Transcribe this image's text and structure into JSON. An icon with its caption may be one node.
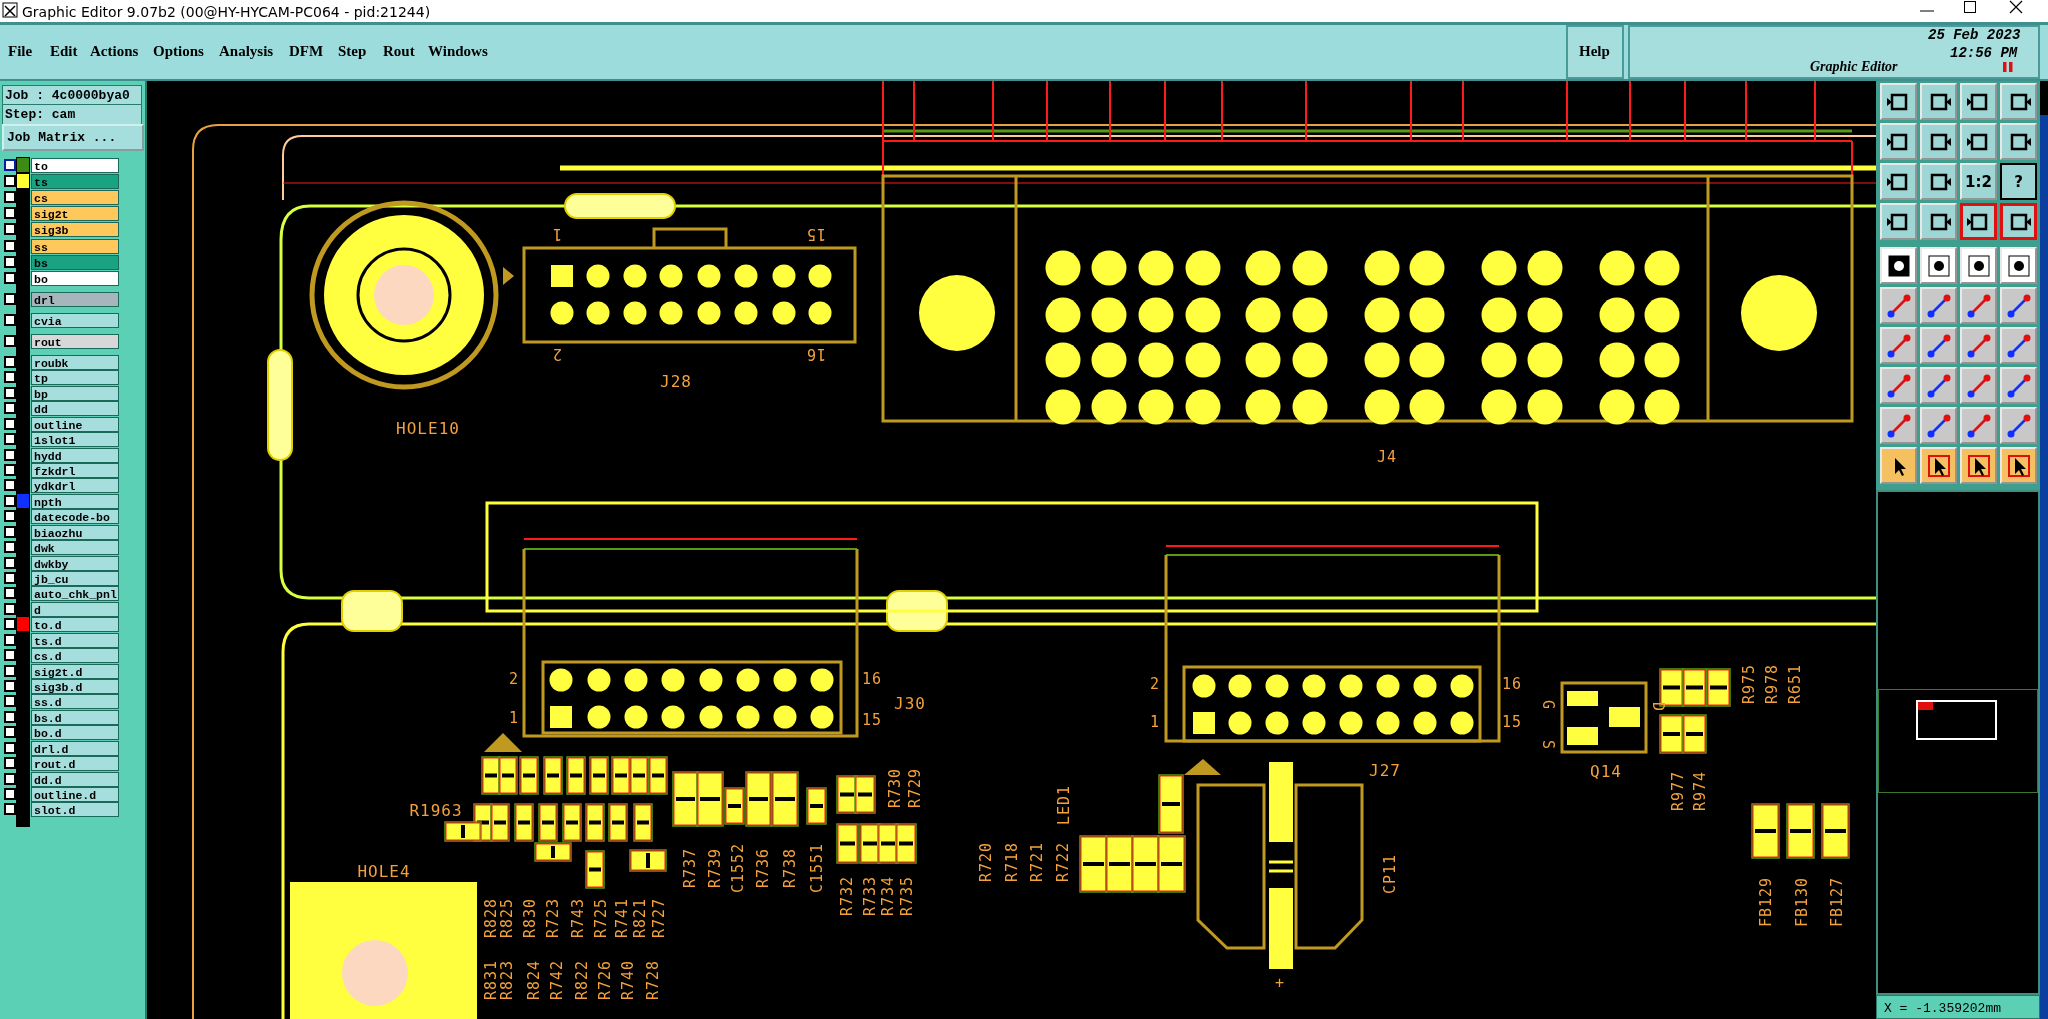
{
  "diagram": {
    "title": "Graphic Editor 9.07b2 (00@HY-HYCAM-PC064 - pid:21244)",
    "labels": [
      "File",
      "Edit",
      "Actions",
      "Options",
      "Analysis",
      "DFM",
      "Step",
      "Rout",
      "Windows",
      "Help",
      "25 Feb 2023",
      "12:56 PM",
      "Graphic Editor",
      "Job : 4c0000bya0",
      "Step: cam",
      "Job Matrix ...",
      "to",
      "ts",
      "cs",
      "sig2t",
      "sig3b",
      "ss",
      "bs",
      "bo",
      "drl",
      "cvia",
      "rout",
      "roubk",
      "tp",
      "bp",
      "dd",
      "outline",
      "1slot1",
      "hydd",
      "fzkdrl",
      "ydkdrl",
      "npth",
      "datecode-bo",
      "biaozhu",
      "dwk",
      "dwkby",
      "jb_cu",
      "auto_chk_pnl",
      "d",
      "to.d",
      "ts.d",
      "cs.d",
      "sig2t.d",
      "sig3b.d",
      "ss.d",
      "bs.d",
      "bo.d",
      "drl.d",
      "rout.d",
      "dd.d",
      "outline.d",
      "slot.d",
      "1:2",
      "?",
      "1",
      "15",
      "2",
      "16",
      "J28",
      "HOLE10",
      "J4",
      "2",
      "16",
      "2",
      "16",
      "G",
      "D",
      "R975",
      "R978",
      "R651",
      "1",
      "15",
      "J30",
      "1",
      "15",
      "S",
      "R1963",
      "R730",
      "R729",
      "LED1",
      "J27",
      "Q14",
      "R977",
      "R974",
      "HOLE4",
      "R828",
      "R825",
      "R830",
      "R723",
      "R743",
      "R725",
      "R741",
      "R821",
      "R727",
      "R737",
      "R739",
      "C1552",
      "R736",
      "R738",
      "C1551",
      "R732",
      "R733",
      "R734",
      "R735",
      "R720",
      "R718",
      "R721",
      "R722",
      "CP11",
      "FB129",
      "FB130",
      "FB127",
      "R831",
      "R823",
      "R824",
      "R742",
      "R822",
      "R726",
      "R740",
      "R728",
      "+",
      "X = -1.359202mm"
    ]
  }
}
